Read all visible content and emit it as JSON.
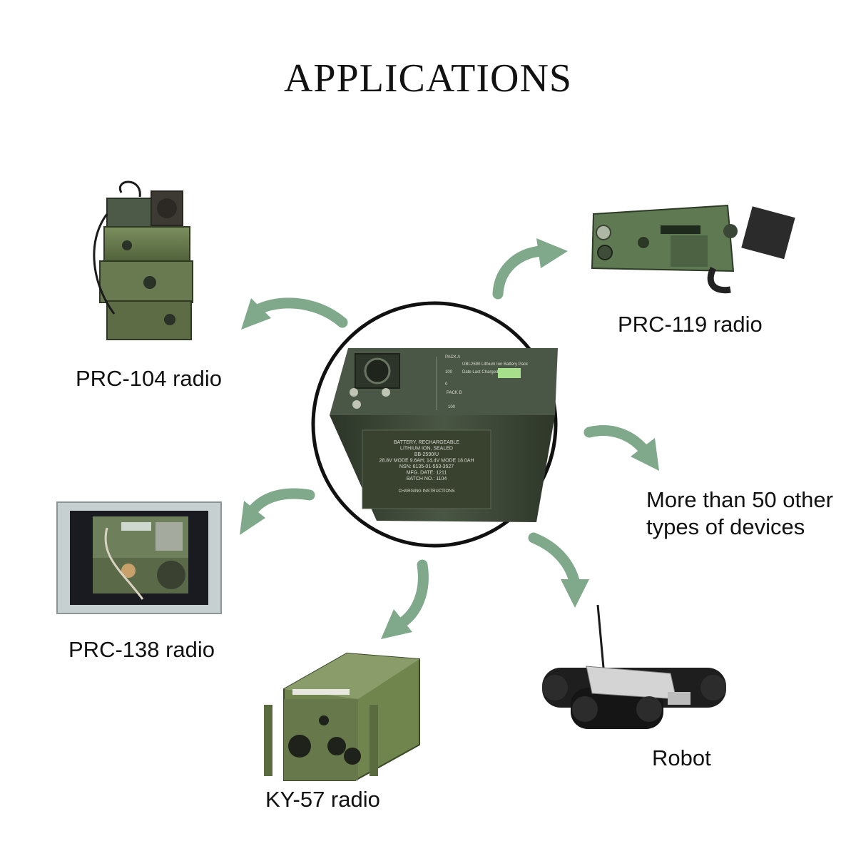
{
  "title": "APPLICATIONS",
  "colors": {
    "arrow": "#7fa98a",
    "ring": "#111111",
    "battery": "#3f4a3a",
    "equipment": "#5c6e4a"
  },
  "center_battery": {
    "label_lines": [
      "BATTERY, RECHARGEABLE",
      "LITHIUM ION, SEALED",
      "BB-2590/U",
      "28.8V MODE 9.6AH; 14.4V MODE 18.0AH",
      "NSN: 6135-01-553-3527",
      "MFG. DATE: 1211",
      "BATCH NO.: 1104"
    ],
    "subtitle": "CHARGING INSTRUCTIONS",
    "top_labels": [
      "PACK A",
      "UBI-2590 Lithium Ion Battery Pack",
      "100",
      "Date Last Charged",
      "0",
      "PACK B",
      "100"
    ]
  },
  "devices": [
    {
      "name": "PRC-104 radio",
      "icon": "stacked-radio"
    },
    {
      "name": "PRC-119 radio",
      "icon": "vehicle-radio"
    },
    {
      "name": "More than 50 other\ntypes of devices",
      "icon": "none"
    },
    {
      "name": "PRC-138 radio",
      "icon": "rack-radio"
    },
    {
      "name": "KY-57 radio",
      "icon": "crypto-unit"
    },
    {
      "name": "Robot",
      "icon": "tracked-robot"
    }
  ]
}
